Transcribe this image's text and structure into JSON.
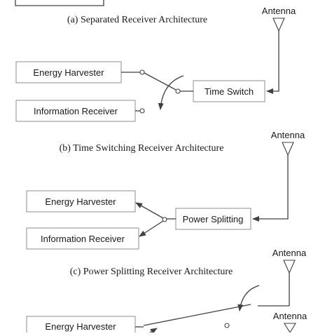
{
  "captions": {
    "a": "(a) Separated Receiver Architecture",
    "b": "(b) Time Switching Receiver Architecture",
    "c": "(c) Power Splitting Receiver Architecture"
  },
  "antenna_label": "Antenna",
  "section_b": {
    "energy_harvester": "Energy Harvester",
    "information_receiver": "Information Receiver",
    "time_switch": "Time Switch"
  },
  "section_c": {
    "energy_harvester": "Energy Harvester",
    "information_receiver": "Information Receiver",
    "power_splitting": "Power Splitting"
  },
  "section_d": {
    "energy_harvester": "Energy Harvester"
  }
}
